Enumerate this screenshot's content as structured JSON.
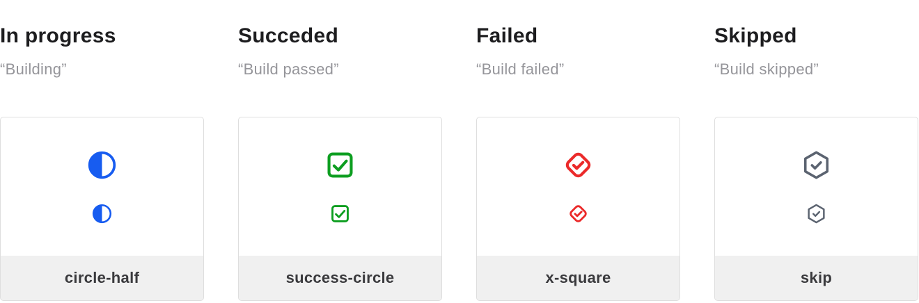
{
  "statuses": [
    {
      "title": "In progress",
      "subtitle": "“Building”",
      "icon": "circle-half-icon",
      "icon_color": "#175CF0",
      "icon_label": "circle-half"
    },
    {
      "title": "Succeded",
      "subtitle": "“Build passed”",
      "icon": "success-circle-icon",
      "icon_color": "#0D9E20",
      "icon_label": "success-circle"
    },
    {
      "title": "Failed",
      "subtitle": "“Build failed”",
      "icon": "x-square-icon",
      "icon_color": "#EB2A2A",
      "icon_label": "x-square"
    },
    {
      "title": "Skipped",
      "subtitle": "“Build skipped”",
      "icon": "skip-icon",
      "icon_color": "#5B6370",
      "icon_label": "skip"
    }
  ],
  "colors": {
    "heading_text": "#1D1D1F",
    "subtitle_text": "#95959A",
    "card_border": "#DEDEDE",
    "card_background": "#FFFFFF",
    "footer_background": "#F0F0F0",
    "footer_label_text": "#3A3A3D",
    "in_progress_blue": "#175CF0",
    "success_green": "#0D9E20",
    "failed_red": "#EB2A2A",
    "skipped_slate": "#5B6370"
  }
}
